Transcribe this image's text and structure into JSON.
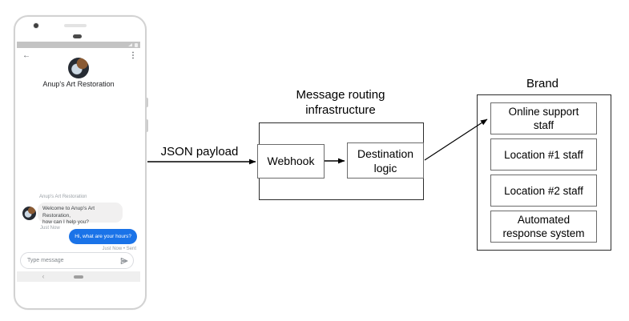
{
  "phone": {
    "status_bar": {
      "signal_icon": "signal-strength",
      "battery_icon": "battery-level"
    },
    "chat_header": {
      "back_icon_glyph": "←",
      "more_icon_glyph": "⋮",
      "title": "Anup's Art Restoration"
    },
    "conversation": {
      "sender_label": "Anup's Art Restoration",
      "incoming": {
        "lines": [
          "Welcome to Anup's Art Restoration,",
          "how can I help you?"
        ],
        "timestamp": "Just Now"
      },
      "outgoing": {
        "text": "Hi, what are your hours?",
        "timestamp": "Just Now • Sent"
      }
    },
    "composer": {
      "placeholder": "Type message",
      "send_icon": "send"
    },
    "nav_bar": {
      "back_glyph": "‹",
      "home_icon": "home-pill"
    }
  },
  "diagram": {
    "payload_arrow_label": "JSON payload",
    "routing": {
      "title": "Message routing infrastructure",
      "webhook_label": "Webhook",
      "destination_label": "Destination logic"
    },
    "brand": {
      "title": "Brand",
      "items": [
        "Online support staff",
        "Location #1 staff",
        "Location #2 staff",
        "Automated response system"
      ]
    }
  },
  "colors": {
    "outgoing_bubble": "#1a73e8",
    "incoming_bubble": "#f1f0f0",
    "status_bar": "#c3c3c3",
    "box_border_outer": "#2b2b2b",
    "box_border_inner": "#6b6b6b",
    "arrow": "#000000"
  }
}
